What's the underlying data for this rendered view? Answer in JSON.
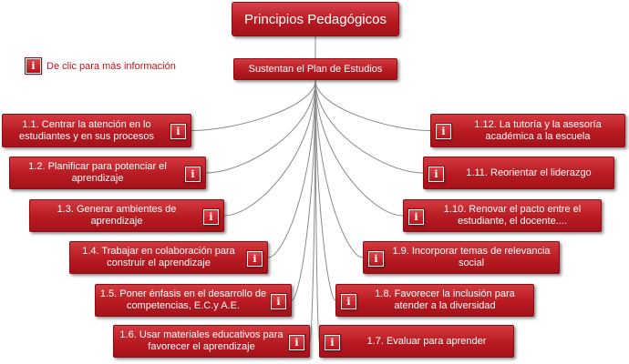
{
  "title": "Principios Pedagógicos",
  "subtitle": "Sustentan el Plan de Estudios",
  "legend": {
    "text": "De clic para más información",
    "icon": "info-icon"
  },
  "info_glyph": "i",
  "colors": {
    "box": "#b81a21",
    "border": "#8c0d14",
    "line": "#8a8a8a",
    "legend_text": "#c0141c"
  },
  "principles_left": [
    {
      "label": "1.1. Centrar la atención en lo estudiantes y en sus procesos"
    },
    {
      "label": "1.2. Planificar para potenciar el aprendizaje"
    },
    {
      "label": "1.3. Generar ambientes de aprendizaje"
    },
    {
      "label": "1.4. Trabajar en colaboración para construir el aprendizaje"
    },
    {
      "label": "1.5. Poner énfasis en el desarrollo de competencias, E.C.y A.E."
    },
    {
      "label": "1.6. Usar materiales educativos para favorecer el aprendizaje"
    }
  ],
  "principles_right": [
    {
      "label": "1.12. La tutoría y la asesoría académica a la escuela"
    },
    {
      "label": "1.11. Reorientar el liderazgo"
    },
    {
      "label": "1.10. Renovar el pacto entre el estudiante, el docente...."
    },
    {
      "label": "1.9. Incorporar temas de relevancia social"
    },
    {
      "label": "1.8. Favorecer la inclusión para atender a la diversidad"
    },
    {
      "label": "1.7. Evaluar para aprender"
    }
  ]
}
